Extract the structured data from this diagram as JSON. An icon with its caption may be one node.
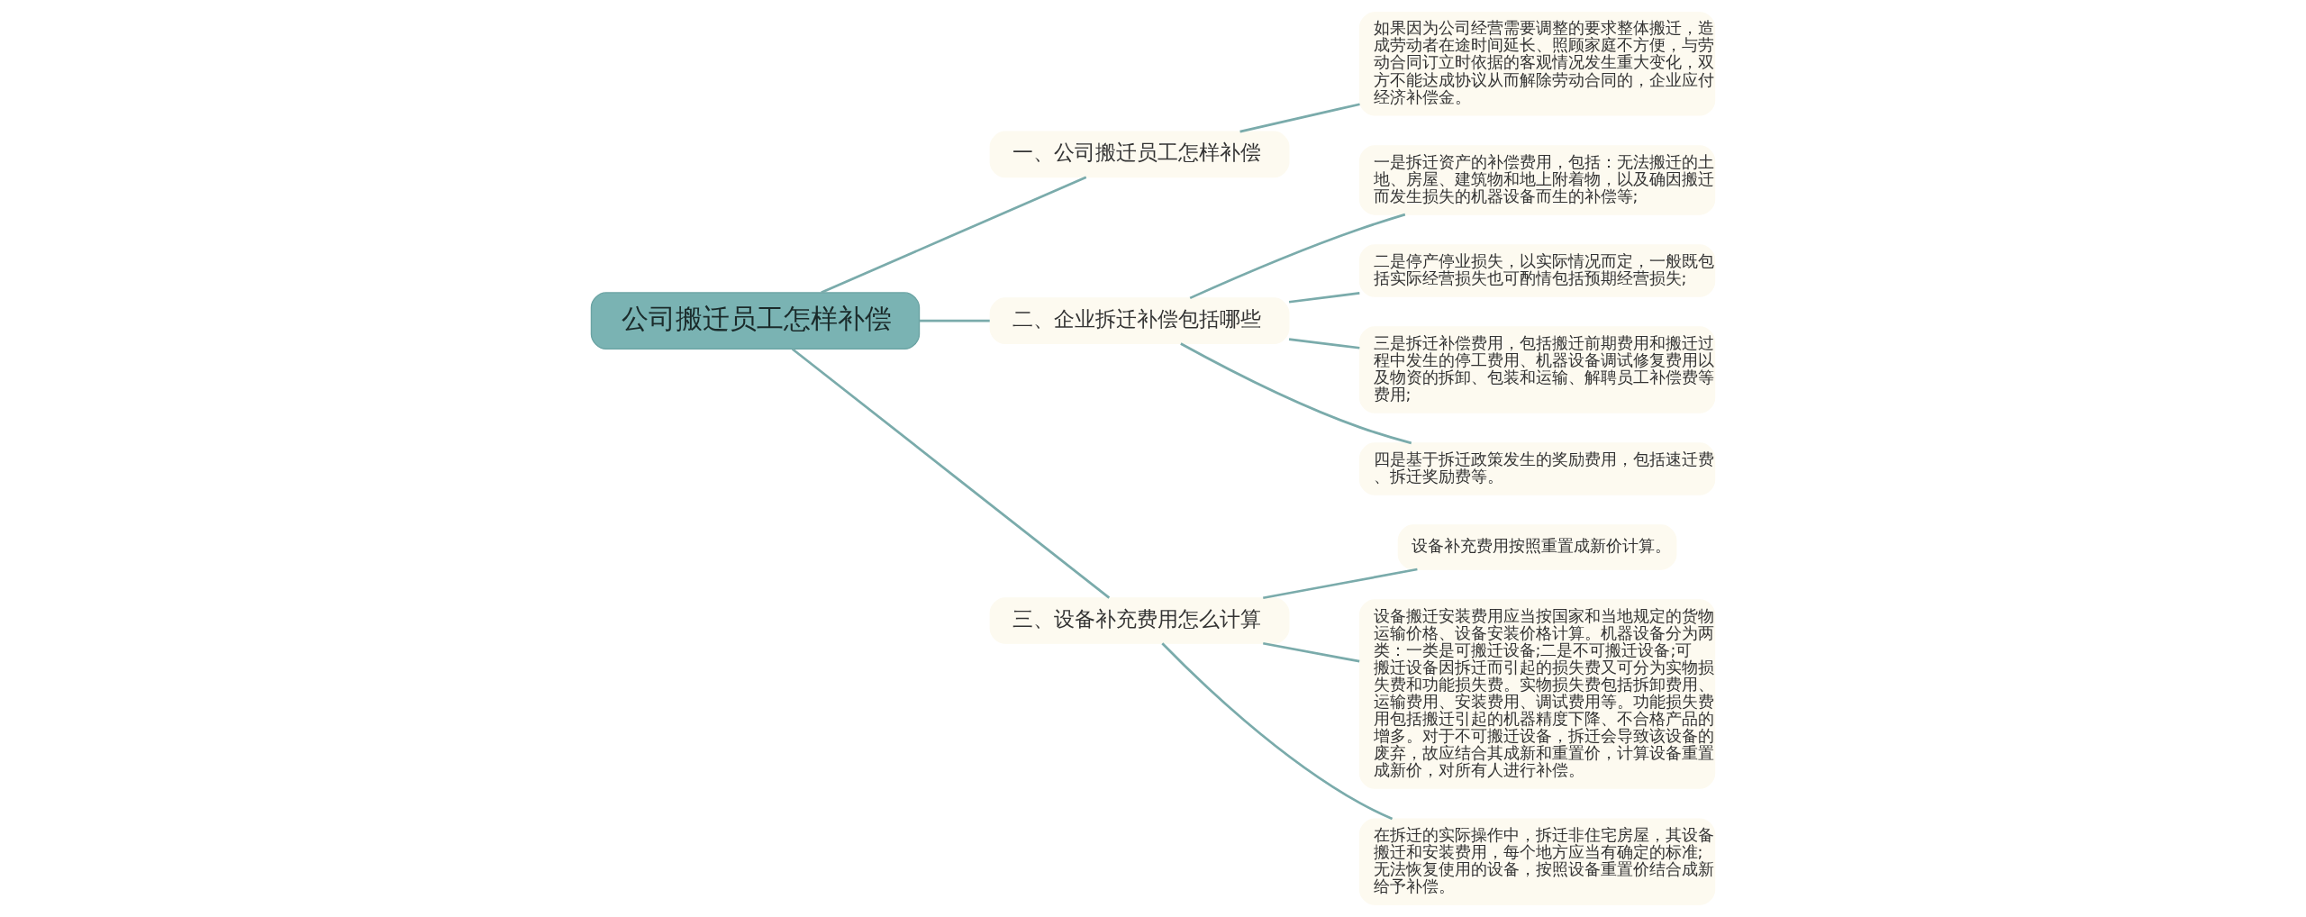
{
  "diagram": {
    "nodes": [
      {
        "text": [
          "公司搬迁员工怎样补偿"
        ]
      },
      {
        "text": [
          "一、公司搬迁员工怎样补偿"
        ]
      },
      {
        "text": [
          "如果因为公司经营需要调整的要求整体搬迁，造成劳动者在途时间延长、照顾家庭不方便，与劳动合同订立时依据的客观情况发生重大变化，双方不能达成协议从而解除劳动合同的，企业应付经济补偿金。"
        ]
      },
      {
        "text": [
          "二、企业拆迁补偿包括哪些"
        ]
      },
      {
        "text": [
          "一是拆迁资产的补偿费用，包括：无法搬迁的土地、房屋、建筑物和地上附着物，以及确因搬迁而发生损失的机器设备而生的补偿等;"
        ]
      },
      {
        "text": [
          "二是停产停业损失，以实际情况而定，一般既包括实际经营损失也可酌情包括预期经营损失;"
        ]
      },
      {
        "text": [
          "三是拆迁补偿费用，包括搬迁前期费用和搬迁过程中发生的停工费用、机器设备调试修复费用以及物资的拆卸、包装和运输、解聘员工补偿费等费用;"
        ]
      },
      {
        "text": [
          "四是基于拆迁政策发生的奖励费用，包括速迁费、拆迁奖励费等。"
        ]
      },
      {
        "text": [
          "三、设备补充费用怎么计算"
        ]
      },
      {
        "text": [
          "设备补充费用按照重置成新价计算。"
        ]
      },
      {
        "text": [
          "设备搬迁安装费用应当按国家和当地规定的货物运输价格、设备安装价格计算。机器设备分为两类：一类是可搬迁设备;二是不可搬迁设备;可搬迁设备因拆迁而引起的损失费又可分为实物损失费和功能损失费。实物损失费包括拆卸费用、运输费用、安装费用、调试费用等。功能损失费用包括搬迁引起的机器精度下降、不合格产品的增多。对于不可搬迁设备，拆迁会导致该设备的废弃，故应结合其成新和重置价，计算设备重置成新价，对所有人进行补偿。"
        ]
      },
      {
        "text": [
          "在拆迁的实际操作中，拆迁非住宅房屋，其设备搬迁和安装费用，每个地方应当有确定的标准;无法恢复使用的设备，按照设备重置价结合成新给予补偿。"
        ]
      }
    ],
    "edges": [
      {
        "from": 0,
        "to": 1,
        "arrow": "none"
      },
      {
        "from": 1,
        "to": 2,
        "arrow": "none"
      },
      {
        "from": 0,
        "to": 3,
        "arrow": "none"
      },
      {
        "from": 3,
        "to": 4,
        "arrow": "none"
      },
      {
        "from": 3,
        "to": 5,
        "arrow": "none"
      },
      {
        "from": 3,
        "to": 6,
        "arrow": "none"
      },
      {
        "from": 3,
        "to": 7,
        "arrow": "none"
      },
      {
        "from": 0,
        "to": 8,
        "arrow": "none"
      },
      {
        "from": 8,
        "to": 9,
        "arrow": "none"
      },
      {
        "from": 8,
        "to": 10,
        "arrow": "none"
      },
      {
        "from": 8,
        "to": 11,
        "arrow": "none"
      }
    ]
  }
}
